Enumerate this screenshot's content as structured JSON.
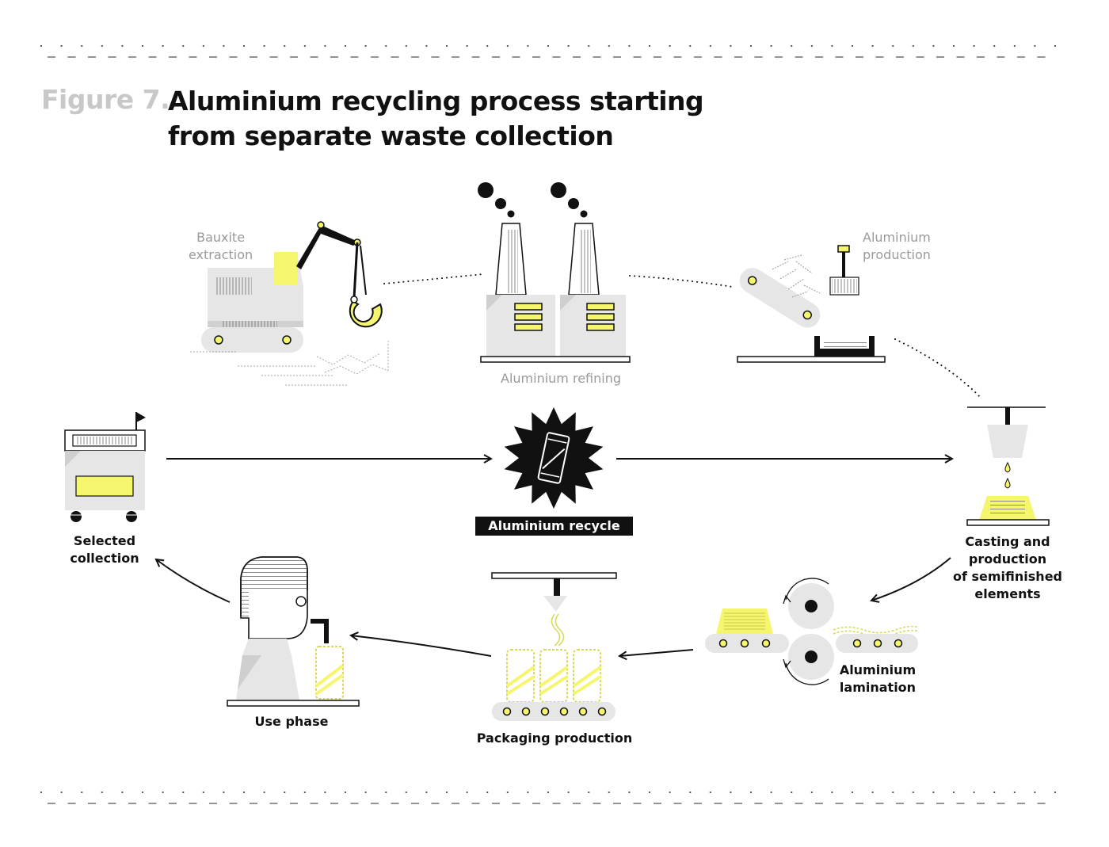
{
  "figure": {
    "number_label": "Figure 7.",
    "title_line1": "Aluminium recycling process starting",
    "title_line2": "from separate waste collection"
  },
  "stages": {
    "bauxite_extraction": {
      "line1": "Bauxite",
      "line2": "extraction"
    },
    "aluminium_refining": {
      "label": "Aluminium refining"
    },
    "aluminium_production": {
      "line1": "Aluminium",
      "line2": "production"
    },
    "casting": {
      "line1": "Casting and",
      "line2": "production",
      "line3": "of semifinished",
      "line4": "elements"
    },
    "lamination": {
      "line1": "Aluminium",
      "line2": "lamination"
    },
    "packaging": {
      "label": "Packaging production"
    },
    "use_phase": {
      "label": "Use phase"
    },
    "collection": {
      "line1": "Selected",
      "line2": "collection"
    },
    "recycle": {
      "label": "Aluminium recycle"
    }
  },
  "colors": {
    "accent_yellow": "#f5f56e",
    "light_grey": "#e6e6e6",
    "mid_grey": "#cfcfcf",
    "ink": "#111111"
  }
}
